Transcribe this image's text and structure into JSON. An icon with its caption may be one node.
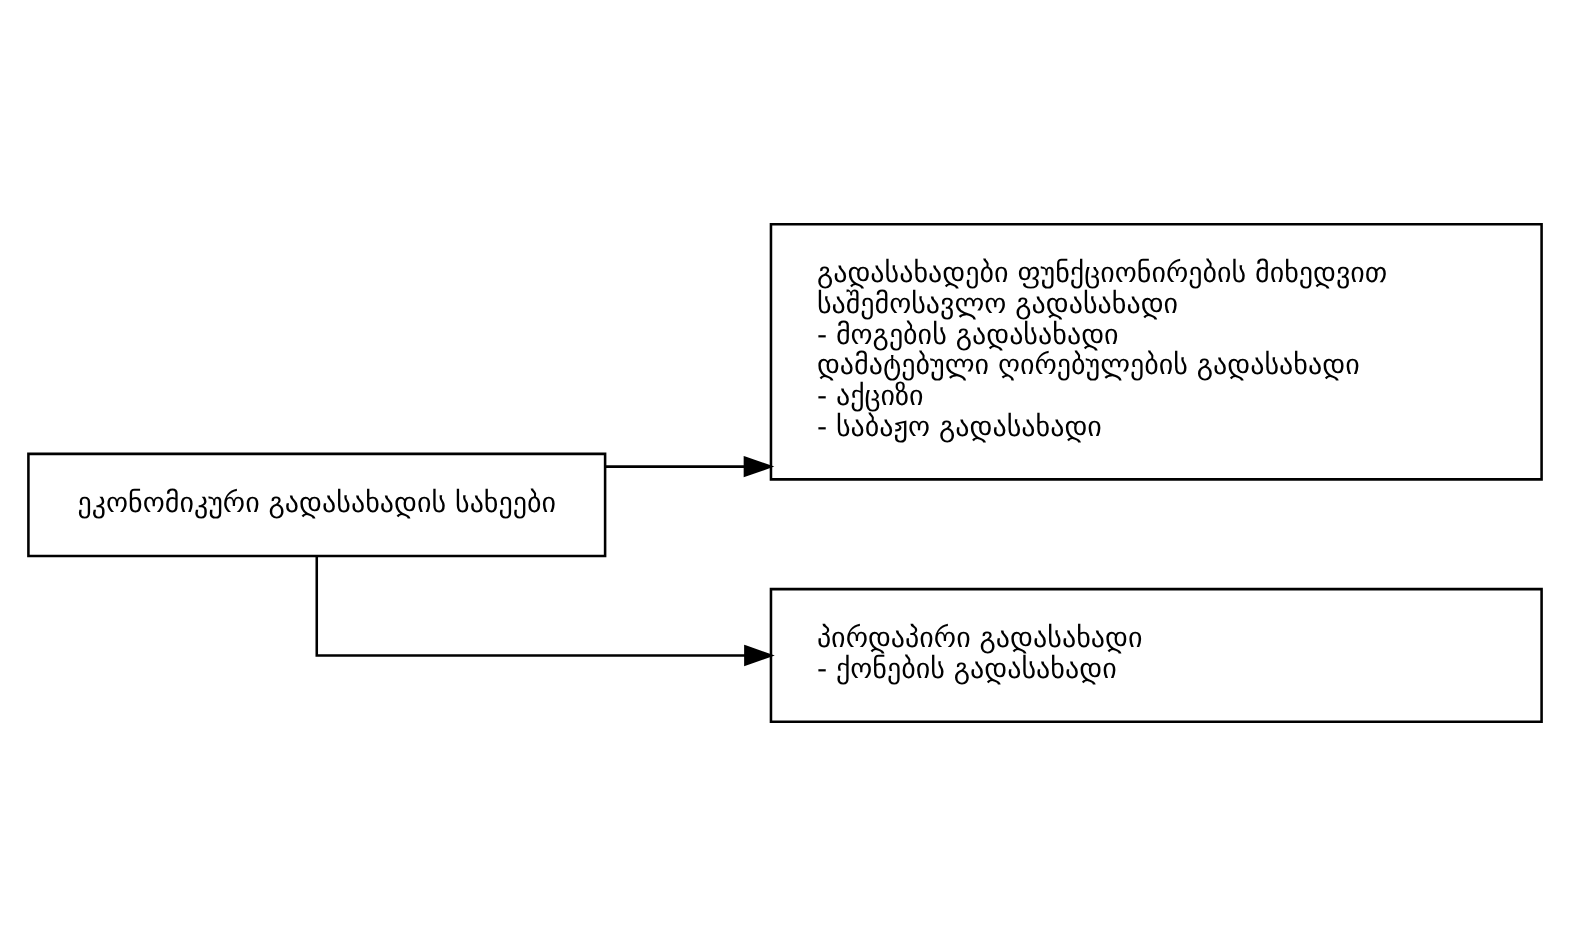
{
  "diagram": {
    "nodes": [
      {
        "text": [
          "ეკონომიკური გადასახადის სახეები"
        ]
      },
      {
        "text": [
          "გადასახადები ფუნქციონირების მიხედვით",
          "საშემოსავლო გადასახადი",
          "- მოგების გადასახადი",
          "დამატებული ღირებულების გადასახადი",
          "- აქციზი",
          "- საბაჟო გადასახადი"
        ]
      },
      {
        "text": [
          "პირდაპირი გადასახადი",
          "- ქონების გადასახადი"
        ]
      }
    ],
    "edges": [
      {
        "from": 0,
        "to": 1,
        "arrow": "to"
      },
      {
        "from": 0,
        "to": 2,
        "arrow": "to"
      }
    ]
  }
}
